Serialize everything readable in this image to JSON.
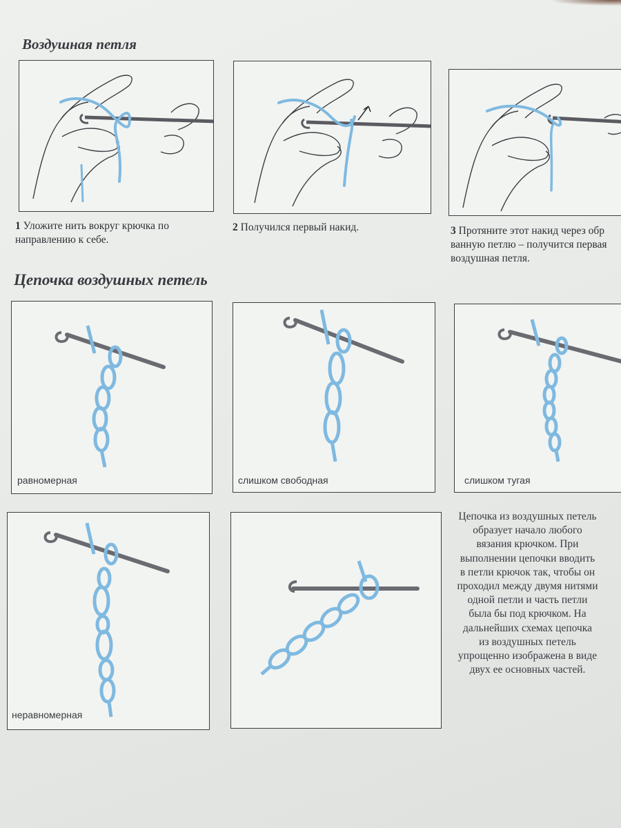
{
  "section1": {
    "title": "Воздушная петля",
    "steps": [
      {
        "num": "1",
        "text": "Уложите нить вокруг крючка по направлению к себе."
      },
      {
        "num": "2",
        "text": "Получился первый накид."
      },
      {
        "num": "3",
        "text": "Протяните этот накид через обр ванную петлю – получится первая воздушная петля."
      }
    ]
  },
  "section2": {
    "title": "Цепочка воздушных петель",
    "labels": {
      "even": "равномерная",
      "loose": "слишком свободная",
      "tight": "слишком тугая",
      "uneven": "неравномерная"
    },
    "description": "Цепочка из воздушных петель образует начало любого вязания крючком. При выполнении цепочки вводить в петли крючок так, чтобы он проходил между двумя нитями одной петли и часть петли была бы под крючком. На дальнейших схемах цепочка из воздуш­ных петель упрощенно изображена в виде двух ее основных частей."
  },
  "colors": {
    "yarn": "#7fb9e0",
    "yarn_dark": "#4d8fc4",
    "ink": "#3d3d42",
    "panel": "#f2f4f2"
  },
  "icons": [
    "hand-illustration",
    "crochet-hook-illustration",
    "yarn-chain-illustration"
  ]
}
